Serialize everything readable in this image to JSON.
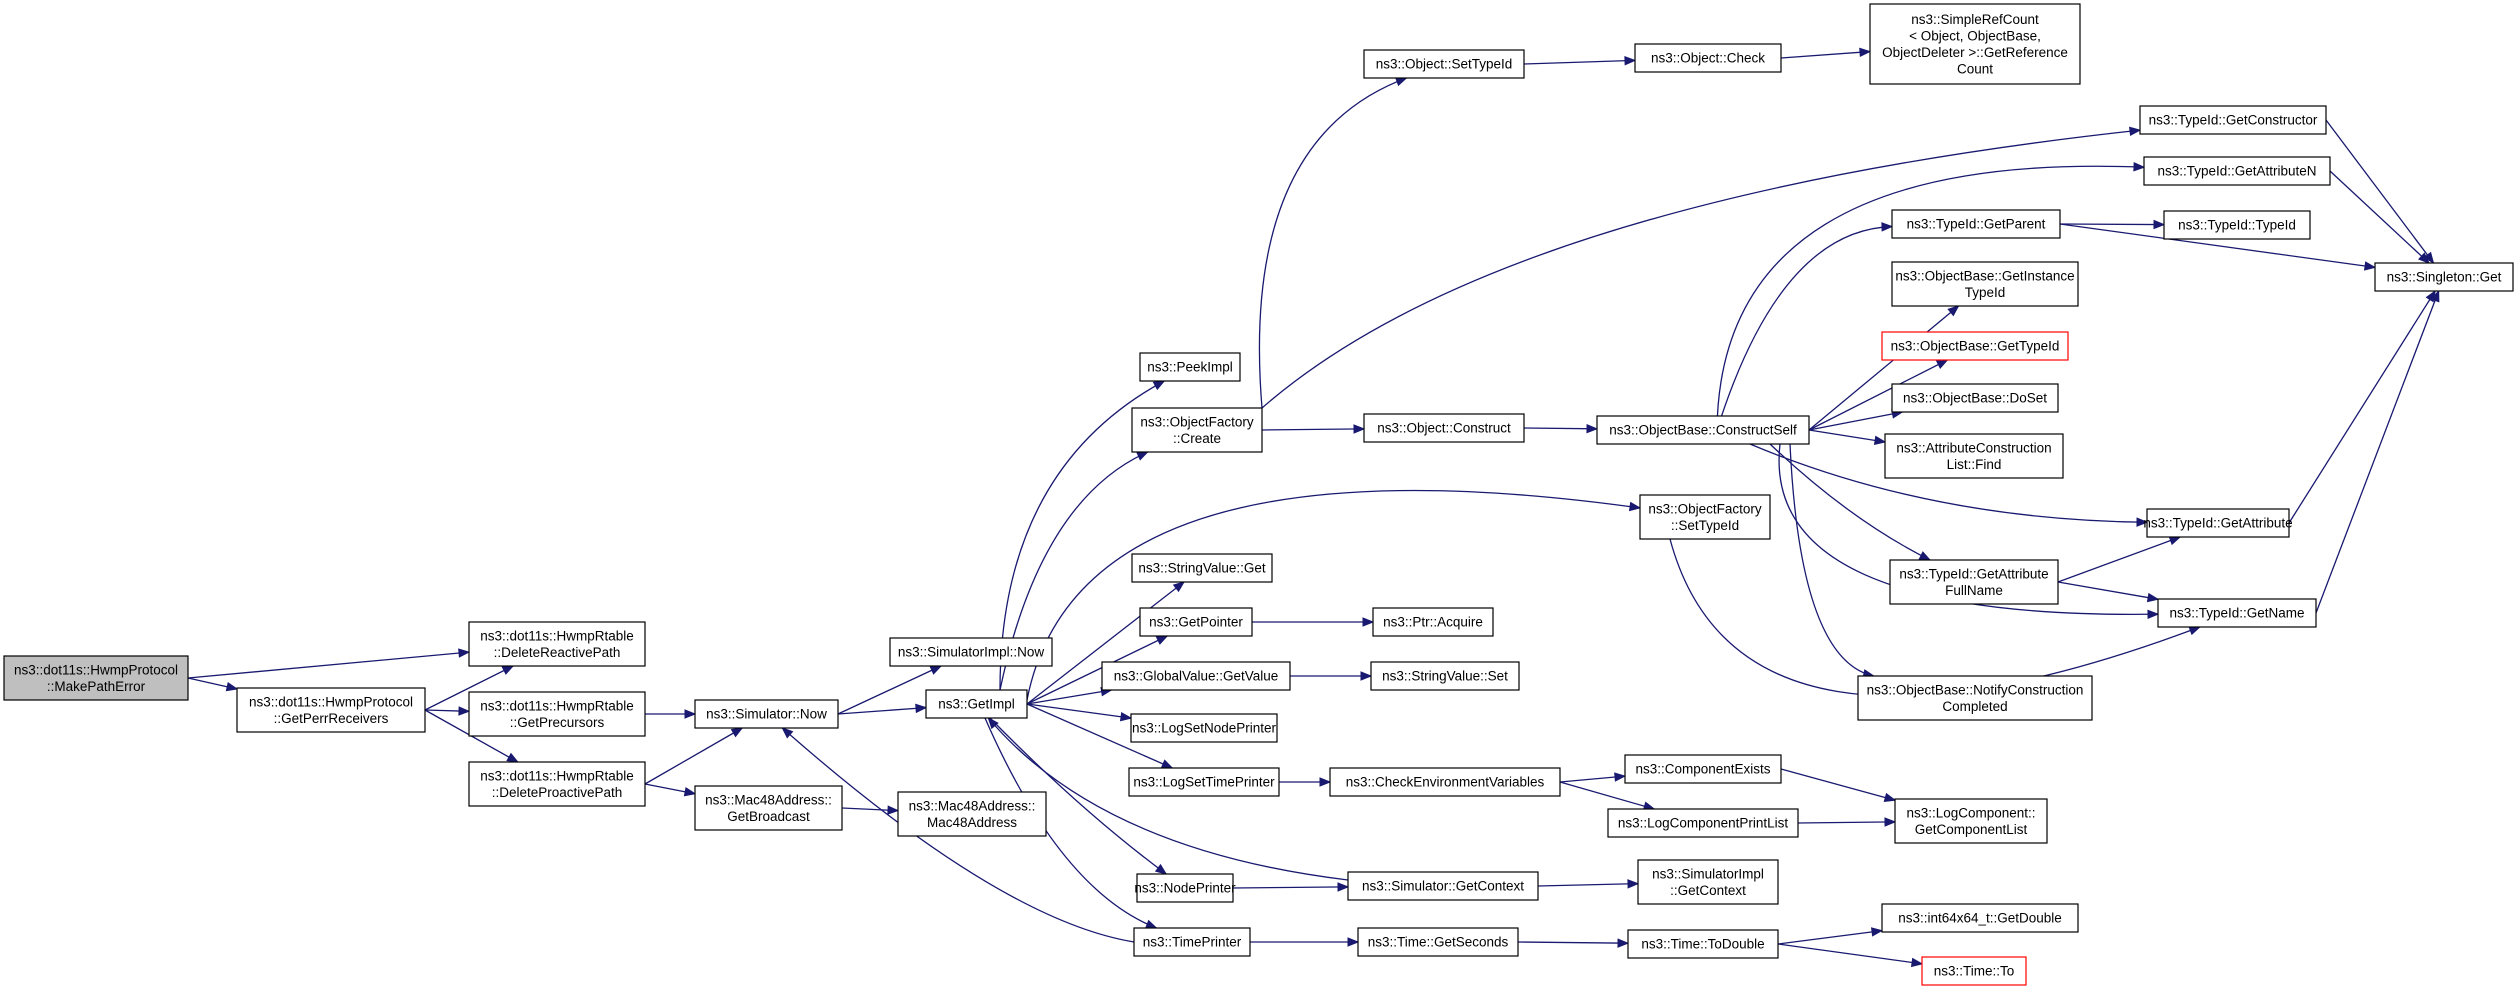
{
  "colors": {
    "edge": "#191970",
    "root_fill": "#bfbfbf",
    "red_border": "#ff0000"
  },
  "nodes": [
    {
      "id": "mpe",
      "lines": [
        "ns3::dot11s::HwmpProtocol",
        "::MakePathError"
      ],
      "style": "root"
    },
    {
      "id": "gpr",
      "lines": [
        "ns3::dot11s::HwmpProtocol",
        "::GetPerrReceivers"
      ]
    },
    {
      "id": "drp",
      "lines": [
        "ns3::dot11s::HwmpRtable",
        "::DeleteReactivePath"
      ]
    },
    {
      "id": "gpc",
      "lines": [
        "ns3::dot11s::HwmpRtable",
        "::GetPrecursors"
      ]
    },
    {
      "id": "dpp",
      "lines": [
        "ns3::dot11s::HwmpRtable",
        "::DeleteProactivePath"
      ]
    },
    {
      "id": "snow",
      "lines": [
        "ns3::Simulator::Now"
      ]
    },
    {
      "id": "mgb",
      "lines": [
        "ns3::Mac48Address::",
        "GetBroadcast"
      ]
    },
    {
      "id": "sinow",
      "lines": [
        "ns3::SimulatorImpl::Now"
      ]
    },
    {
      "id": "mac",
      "lines": [
        "ns3::Mac48Address::",
        "Mac48Address"
      ]
    },
    {
      "id": "gimpl",
      "lines": [
        "ns3::GetImpl"
      ]
    },
    {
      "id": "peek",
      "lines": [
        "ns3::PeekImpl"
      ]
    },
    {
      "id": "ofc",
      "lines": [
        "ns3::ObjectFactory",
        "::Create"
      ]
    },
    {
      "id": "svget",
      "lines": [
        "ns3::StringValue::Get"
      ]
    },
    {
      "id": "gptr",
      "lines": [
        "ns3::GetPointer"
      ]
    },
    {
      "id": "gvgv",
      "lines": [
        "ns3::GlobalValue::GetValue"
      ]
    },
    {
      "id": "lsnp",
      "lines": [
        "ns3::LogSetNodePrinter"
      ]
    },
    {
      "id": "lstp",
      "lines": [
        "ns3::LogSetTimePrinter"
      ]
    },
    {
      "id": "np",
      "lines": [
        "ns3::NodePrinter"
      ]
    },
    {
      "id": "tp",
      "lines": [
        "ns3::TimePrinter"
      ]
    },
    {
      "id": "ost",
      "lines": [
        "ns3::Object::SetTypeId"
      ]
    },
    {
      "id": "oc",
      "lines": [
        "ns3::Object::Construct"
      ]
    },
    {
      "id": "ofst",
      "lines": [
        "ns3::ObjectFactory",
        "::SetTypeId"
      ]
    },
    {
      "id": "pacq",
      "lines": [
        "ns3::Ptr::Acquire"
      ]
    },
    {
      "id": "svset",
      "lines": [
        "ns3::StringValue::Set"
      ]
    },
    {
      "id": "cev",
      "lines": [
        "ns3::CheckEnvironmentVariables"
      ]
    },
    {
      "id": "sgc",
      "lines": [
        "ns3::Simulator::GetContext"
      ]
    },
    {
      "id": "tgs",
      "lines": [
        "ns3::Time::GetSeconds"
      ]
    },
    {
      "id": "ochk",
      "lines": [
        "ns3::Object::Check"
      ]
    },
    {
      "id": "obcs",
      "lines": [
        "ns3::ObjectBase::ConstructSelf"
      ]
    },
    {
      "id": "cex",
      "lines": [
        "ns3::ComponentExists"
      ]
    },
    {
      "id": "lcpl",
      "lines": [
        "ns3::LogComponentPrintList"
      ]
    },
    {
      "id": "sigc",
      "lines": [
        "ns3::SimulatorImpl",
        "::GetContext"
      ]
    },
    {
      "id": "ttd",
      "lines": [
        "ns3::Time::ToDouble"
      ]
    },
    {
      "id": "src",
      "lines": [
        "ns3::SimpleRefCount",
        "< Object, ObjectBase,",
        "ObjectDeleter >::GetReference",
        "Count"
      ]
    },
    {
      "id": "tgpar",
      "lines": [
        "ns3::TypeId::GetParent"
      ]
    },
    {
      "id": "obgit",
      "lines": [
        "ns3::ObjectBase::GetInstance",
        "TypeId"
      ]
    },
    {
      "id": "obgt",
      "lines": [
        "ns3::ObjectBase::GetTypeId"
      ],
      "style": "red"
    },
    {
      "id": "obds",
      "lines": [
        "ns3::ObjectBase::DoSet"
      ]
    },
    {
      "id": "aclf",
      "lines": [
        "ns3::AttributeConstruction",
        "List::Find"
      ]
    },
    {
      "id": "tgafn",
      "lines": [
        "ns3::TypeId::GetAttribute",
        "FullName"
      ]
    },
    {
      "id": "obnc",
      "lines": [
        "ns3::ObjectBase::NotifyConstruction",
        "Completed"
      ]
    },
    {
      "id": "lcgcl",
      "lines": [
        "ns3::LogComponent::",
        "GetComponentList"
      ]
    },
    {
      "id": "i64",
      "lines": [
        "ns3::int64x64_t::GetDouble"
      ]
    },
    {
      "id": "tto",
      "lines": [
        "ns3::Time::To"
      ],
      "style": "red"
    },
    {
      "id": "tgc",
      "lines": [
        "ns3::TypeId::GetConstructor"
      ]
    },
    {
      "id": "tgan",
      "lines": [
        "ns3::TypeId::GetAttributeN"
      ]
    },
    {
      "id": "ttid",
      "lines": [
        "ns3::TypeId::TypeId"
      ]
    },
    {
      "id": "tga",
      "lines": [
        "ns3::TypeId::GetAttribute"
      ]
    },
    {
      "id": "tgn",
      "lines": [
        "ns3::TypeId::GetName"
      ]
    },
    {
      "id": "sget",
      "lines": [
        "ns3::Singleton::Get"
      ]
    }
  ],
  "edges": [
    [
      "mpe",
      "drp"
    ],
    [
      "mpe",
      "gpr"
    ],
    [
      "gpr",
      "drp"
    ],
    [
      "gpr",
      "gpc"
    ],
    [
      "gpr",
      "dpp"
    ],
    [
      "gpc",
      "snow"
    ],
    [
      "dpp",
      "snow"
    ],
    [
      "dpp",
      "mgb"
    ],
    [
      "snow",
      "sinow"
    ],
    [
      "snow",
      "gimpl"
    ],
    [
      "mgb",
      "mac"
    ],
    [
      "gimpl",
      "peek"
    ],
    [
      "gimpl",
      "ofc"
    ],
    [
      "gimpl",
      "svget"
    ],
    [
      "gimpl",
      "gptr"
    ],
    [
      "gimpl",
      "gvgv"
    ],
    [
      "gimpl",
      "lsnp"
    ],
    [
      "gimpl",
      "lstp"
    ],
    [
      "gimpl",
      "np"
    ],
    [
      "gimpl",
      "tp"
    ],
    [
      "gimpl",
      "ofst"
    ],
    [
      "ofc",
      "ost"
    ],
    [
      "ofc",
      "oc"
    ],
    [
      "ofc",
      "tgc"
    ],
    [
      "ost",
      "ochk"
    ],
    [
      "ochk",
      "src"
    ],
    [
      "oc",
      "obcs"
    ],
    [
      "gptr",
      "pacq"
    ],
    [
      "gvgv",
      "svset"
    ],
    [
      "lstp",
      "cev"
    ],
    [
      "cev",
      "cex"
    ],
    [
      "cev",
      "lcpl"
    ],
    [
      "cex",
      "lcgcl"
    ],
    [
      "lcpl",
      "lcgcl"
    ],
    [
      "np",
      "sgc"
    ],
    [
      "sgc",
      "sigc"
    ],
    [
      "sgc",
      "gimpl"
    ],
    [
      "tp",
      "tgs"
    ],
    [
      "tp",
      "snow"
    ],
    [
      "tgs",
      "ttd"
    ],
    [
      "ttd",
      "i64"
    ],
    [
      "ttd",
      "tto"
    ],
    [
      "obcs",
      "tgpar"
    ],
    [
      "obcs",
      "obgit"
    ],
    [
      "obcs",
      "obgt"
    ],
    [
      "obcs",
      "obds"
    ],
    [
      "obcs",
      "aclf"
    ],
    [
      "obcs",
      "tga"
    ],
    [
      "obcs",
      "tgafn"
    ],
    [
      "obcs",
      "tgn"
    ],
    [
      "obcs",
      "obnc"
    ],
    [
      "obcs",
      "tgan"
    ],
    [
      "tgpar",
      "ttid"
    ],
    [
      "tgpar",
      "sget"
    ],
    [
      "tgafn",
      "tga"
    ],
    [
      "tgafn",
      "tgn"
    ],
    [
      "tga",
      "sget"
    ],
    [
      "tgn",
      "sget"
    ],
    [
      "tgc",
      "sget"
    ],
    [
      "tgan",
      "sget"
    ],
    [
      "ofst",
      "tgn"
    ]
  ]
}
